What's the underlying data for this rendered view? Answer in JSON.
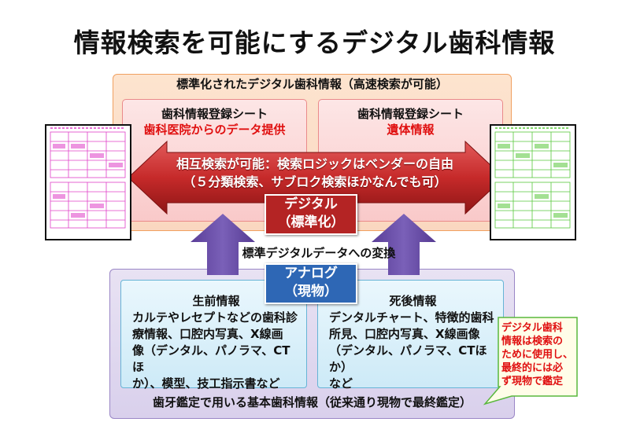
{
  "title": "情報検索を可能にするデジタル歯科情報",
  "digital_section": {
    "label": "標準化されたデジタル歯科情報（高速検索が可能）",
    "left_sheet": {
      "title": "歯科情報登録シート",
      "subtitle": "歯科医院からのデータ提供"
    },
    "right_sheet": {
      "title": "歯科情報登録シート",
      "subtitle": "遺体情報"
    }
  },
  "search_arrow": {
    "line1": "相互検索が可能：検索ロジックはベンダーの自由",
    "line2": "（５分類検索、サブロク検索ほかなんでも可）"
  },
  "digital_tag": {
    "line1": "デジタル",
    "line2": "（標準化）"
  },
  "conversion_label": "標準デジタルデータへの変換",
  "analog_tag": {
    "line1": "アナログ",
    "line2": "（現物）"
  },
  "analog_section": {
    "antemortem": {
      "heading": "生前情報",
      "lines": [
        "カルテやレセプトなどの歯科診",
        "療情報、口腔内写真、X線画",
        "像（デンタル、パノラマ、CTほ",
        "か）、模型、技工指示書など"
      ]
    },
    "postmortem": {
      "heading": "死後情報",
      "lines": [
        "デンタルチャート、特徴的歯科",
        "所見、口腔内写真、X線画像",
        "（デンタル、パノラマ、CTほか）",
        "など"
      ]
    },
    "footer": "歯牙鑑定で用いる基本歯科情報（従来通り現物で最終鑑定）"
  },
  "callout": {
    "lines": [
      "デジタル歯科",
      "情報は検索の",
      "ために使用し、",
      "最終的には必",
      "ず現物で鑑定"
    ]
  },
  "colors": {
    "arrow_red": "#c62a2a",
    "up_arrow_purple": "#6a4ea8",
    "left_form": "#e040c8",
    "right_form": "#58c83c",
    "callout_red": "#e01010"
  }
}
